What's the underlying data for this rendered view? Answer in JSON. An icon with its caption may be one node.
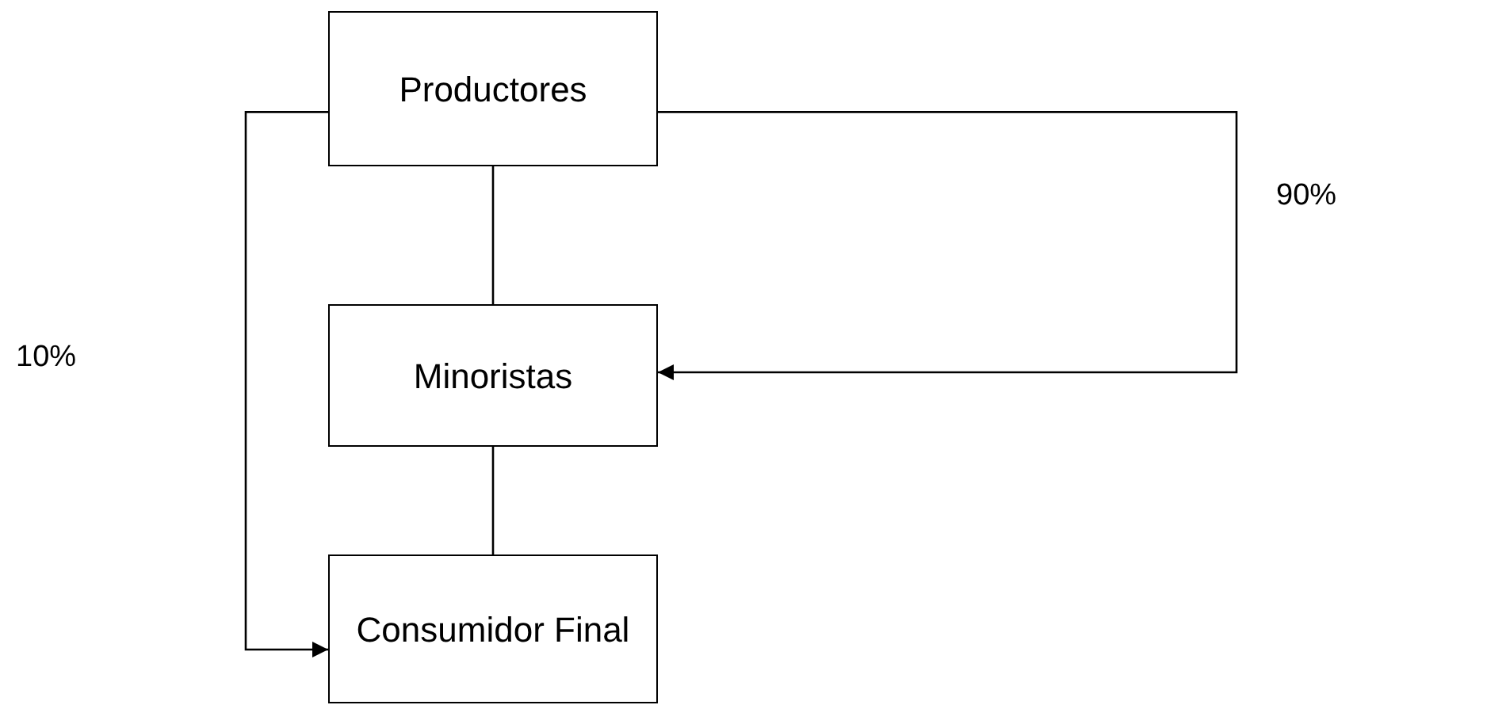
{
  "diagram": {
    "nodes": [
      {
        "text": [
          "Productores"
        ]
      },
      {
        "text": [
          "Minoristas"
        ]
      },
      {
        "text": [
          "Consumidor Final"
        ]
      }
    ],
    "edges": [
      {
        "from": 0,
        "to": 1,
        "arrow": "none"
      },
      {
        "from": 1,
        "to": 2,
        "arrow": "none"
      },
      {
        "from": 0,
        "to": 2,
        "arrow": "to"
      },
      {
        "from": 0,
        "to": 1,
        "arrow": "to"
      }
    ],
    "labels": [
      "90%",
      "10%"
    ]
  }
}
